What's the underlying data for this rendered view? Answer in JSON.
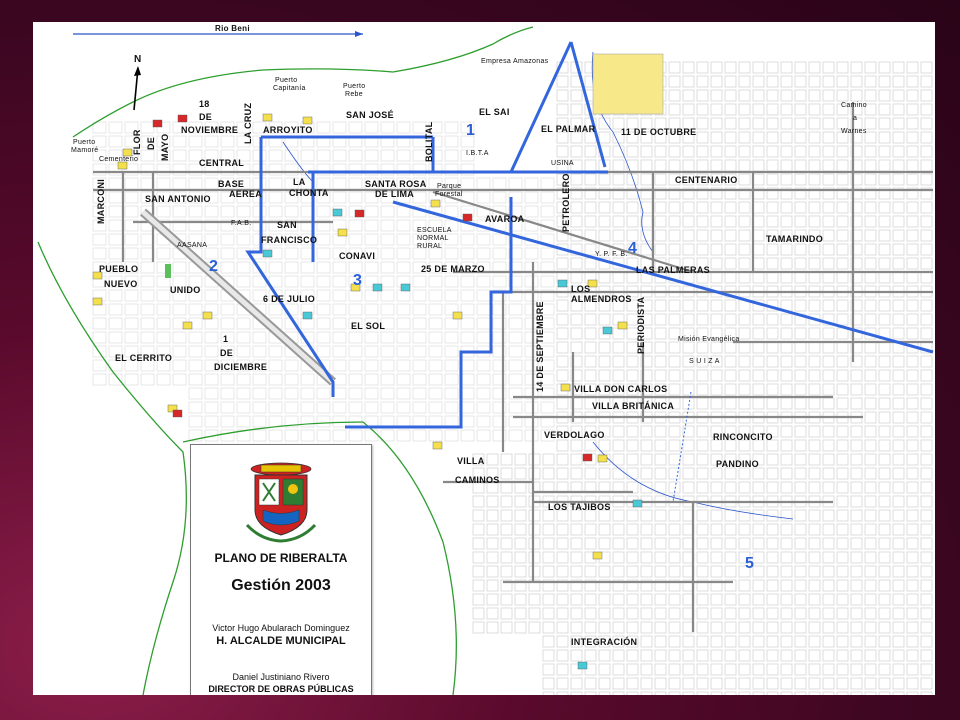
{
  "map": {
    "rivers": {
      "beni": "Rio Beni"
    },
    "north": "N",
    "zone_numbers": [
      "1",
      "2",
      "3",
      "4",
      "5"
    ],
    "neighborhoods": {
      "el_sai": "EL SAI",
      "el_palmar": "EL PALMAR",
      "once_octubre": "11 DE OCTUBRE",
      "centenario": "CENTENARIO",
      "tamarindo": "TAMARINDO",
      "las_palmeras": "LAS PALMERAS",
      "los_almendros": "LOS ALMENDROS",
      "periodista": "PERIODISTA",
      "villa_don_carlos": "VILLA DON CARLOS",
      "villa_britanica": "VILLA BRITÁNICA",
      "rinconcito": "RINCONCITO",
      "pandino": "PANDINO",
      "verdolago": "VERDOLAGO",
      "villa": "VILLA",
      "caminos": "CAMINOS",
      "los_tajibos": "LOS TAJIBOS",
      "integracion": "INTEGRACIÓN",
      "san_jose": "SAN JOSÉ",
      "bolital": "BOLITAL",
      "arroyito": "ARROYITO",
      "santa_rosa_de_lima_1": "SANTA ROSA",
      "santa_rosa_de_lima_2": "DE LIMA",
      "avaroa": "AVAROA",
      "petrolero": "PETROLERO",
      "la_chonta_1": "LA",
      "la_chonta_2": "CHONTA",
      "base_aerea_1": "BASE",
      "base_aerea_2": "AEREA",
      "central": "CENTRAL",
      "dieciocho": "18",
      "de_noviembre_1": "DE",
      "de_noviembre_2": "NOVIEMBRE",
      "flor_de_mayo_1": "FLOR",
      "flor_de_mayo_2": "DE",
      "flor_de_mayo_3": "MAYO",
      "la_cruz_1": "LA CRUZ",
      "marconi": "MARCONI",
      "san_antonio": "SAN ANTONIO",
      "san_francisco_1": "SAN",
      "san_francisco_2": "FRANCISCO",
      "conavi": "CONAVI",
      "veinticinco_marzo": "25 DE MARZO",
      "pueblo_nuevo_1": "PUEBLO",
      "pueblo_nuevo_2": "NUEVO",
      "unido": "UNIDO",
      "seis_julio": "6 DE JULIO",
      "el_sol": "EL SOL",
      "catorce_septiembre": "14 DE SEPTIEMBRE",
      "el_cerrito": "EL CERRITO",
      "uno_diciembre_1": "1",
      "uno_diciembre_2": "DE",
      "uno_diciembre_3": "DICIEMBRE"
    },
    "small_labels": {
      "camino_warnes_1": "Camino",
      "camino_warnes_2": "a",
      "camino_warnes_3": "Warnes",
      "ibta": "I.B.T.A",
      "ypfb": "Y. P. F. B.",
      "mision": "Misión Evangélica",
      "suiza": "S U I Z A",
      "aasana": "AASANA",
      "usina": "USINA",
      "fab": "F.A.B.",
      "cementerio": "Cementerio",
      "puerto_capitania_1": "Puerto",
      "puerto_capitania_2": "Capitanía",
      "puerto_rebe_1": "Puerto",
      "puerto_rebe_2": "Rebe",
      "puerto_mamore_1": "Puerto",
      "puerto_mamore_2": "Mamoré",
      "empresa_amazonas": "Empresa Amazonas",
      "parque_forestal_1": "Parque",
      "parque_forestal_2": "Forestal",
      "escuela_1": "ESCUELA",
      "escuela_2": "NORMAL",
      "escuela_3": "RURAL"
    }
  },
  "legend": {
    "plan_title": "PLANO DE RIBERALTA",
    "gestion": "Gestión  2003",
    "mayor_name": "Victor Hugo Abularach Dominguez",
    "mayor_title": "H. ALCALDE MUNICIPAL",
    "director_name": "Daniel Justiniano Rivero",
    "director_title": "DIRECTOR DE OBRAS PÚBLICAS"
  },
  "colors": {
    "background": "#3a0620",
    "zone_line": "#3366dd",
    "river": "#2a55cc",
    "river_bank": "#2e9e2e",
    "road_main": "#888888",
    "grid": "#c8c8c8"
  }
}
